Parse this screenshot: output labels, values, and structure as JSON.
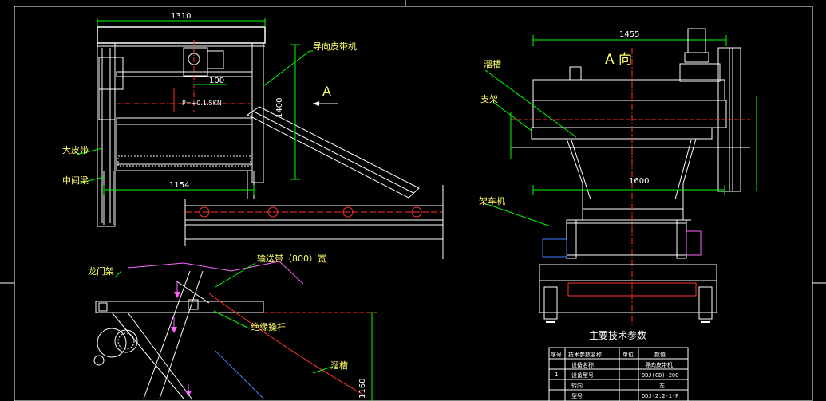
{
  "drawing": {
    "colors": {
      "background": "#000000",
      "outline": "#ffffff",
      "callout": "#00ff00",
      "centerline": "#ff3030",
      "dimension": "#00ff00",
      "label_text": "#ffff66",
      "hatch": "#ff66ff",
      "accent_blue": "#4080ff"
    },
    "front_view": {
      "dim_top": "1310",
      "dim_inner": "100",
      "dim_bottom": "1154",
      "dim_height": "1400",
      "force_label": "P=+0.1.5KN",
      "view_arrow_label": "A"
    },
    "side_view": {
      "title": "A 向",
      "dim_top": "1455",
      "dim_bottom": "1600"
    },
    "callouts": {
      "guide_belt": "导向皮带机",
      "big_belt": "大皮带",
      "middle_beam": "中间梁",
      "gantry": "龙门架",
      "conveyor_belt": "输送带（800）宽",
      "insulation_rod": "绝缘操杆",
      "chute": "溜槽",
      "chute_bottom": "溜槽",
      "support": "支架",
      "tripper": "架车机"
    },
    "params": {
      "title": "主要技术参数",
      "headers": [
        "序号",
        "技术参数名称",
        "单位",
        "数值"
      ],
      "rows": [
        [
          "1",
          "设备名称",
          "",
          "导向皮带机"
        ],
        [
          "",
          "设备型号",
          "",
          "DDJ(CD)-200"
        ],
        [
          "",
          "转向",
          "",
          "左"
        ],
        [
          "",
          "型号",
          "",
          "DDJ-2.2-1-P"
        ]
      ]
    },
    "bottom_dims": {
      "dim_vertical": "1160"
    }
  }
}
